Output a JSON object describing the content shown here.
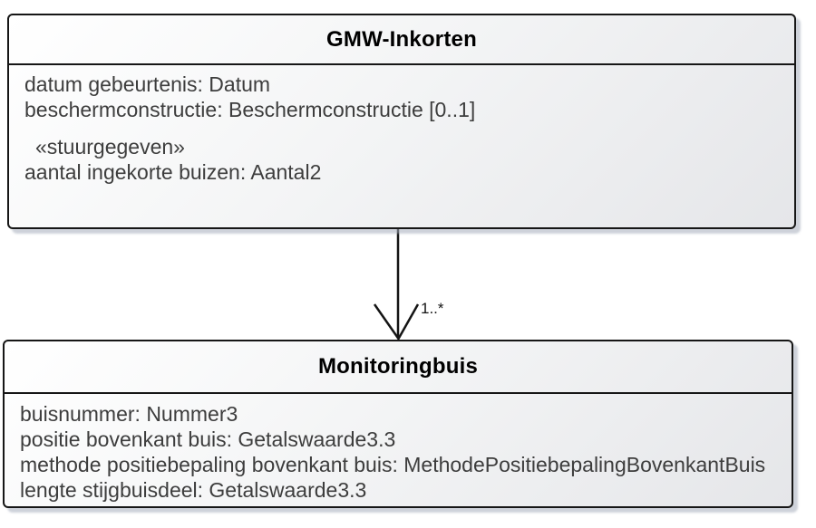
{
  "diagram": {
    "kind": "uml-class-diagram",
    "background_color": "#ffffff",
    "node_border_color": "#161616",
    "node_fill_gradient_start": "#ffffff",
    "node_fill_gradient_end": "#e5e6e9",
    "node_shadow_color": "#a5adbc",
    "title_text_color": "#000000",
    "attribute_text_color": "#3d3d3d",
    "connector_color": "#141414"
  },
  "top_class": {
    "title": "GMW-Inkorten",
    "attributes": [
      "datum gebeurtenis: Datum",
      "beschermconstructie: Beschermconstructie [0..1]"
    ],
    "stereotype": "«stuurgegeven»",
    "stereotype_attributes": [
      "aantal ingekorte buizen: Aantal2"
    ]
  },
  "bottom_class": {
    "title": "Monitoringbuis",
    "attributes": [
      "buisnummer: Nummer3",
      "positie bovenkant buis: Getalswaarde3.3",
      "methode positiebepaling bovenkant buis: MethodePositiebepalingBovenkantBuis",
      "lengte stijgbuisdeel: Getalswaarde3.3"
    ]
  },
  "association": {
    "source": "GMW-Inkorten",
    "target": "Monitoringbuis",
    "target_multiplicity": "1..*",
    "arrowhead": "open-arrow-pointing-down"
  }
}
